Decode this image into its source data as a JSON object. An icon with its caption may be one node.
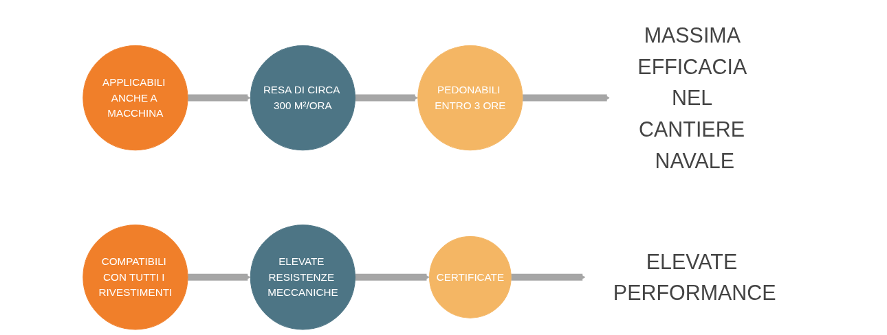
{
  "diagram": {
    "nodes": [
      {
        "text": [
          "APPLICABILI ANCHE A MACCHINA"
        ]
      },
      {
        "text": [
          "RESA DI CIRCA 300 M²/ORA"
        ]
      },
      {
        "text": [
          "PEDONABILI ENTRO 3 ORE"
        ]
      },
      {
        "text": [
          "MASSIMA EFFICACIA NEL CANTIERE NAVALE"
        ]
      },
      {
        "text": [
          "COMPATIBILI CON TUTTI I RIVESTIMENTI"
        ]
      },
      {
        "text": [
          "ELEVATE RESISTENZE MECCANICHE"
        ]
      },
      {
        "text": [
          "CERTIFICATE"
        ]
      },
      {
        "text": [
          "ELEVATE PERFORMANCE"
        ]
      }
    ],
    "edges": [
      {
        "from": 0,
        "to": 1,
        "arrow": "to"
      },
      {
        "from": 1,
        "to": 2,
        "arrow": "to"
      },
      {
        "from": 2,
        "to": 3,
        "arrow": "to"
      },
      {
        "from": 4,
        "to": 5,
        "arrow": "to"
      },
      {
        "from": 5,
        "to": 6,
        "arrow": "to"
      },
      {
        "from": 6,
        "to": 7,
        "arrow": "to"
      }
    ]
  }
}
